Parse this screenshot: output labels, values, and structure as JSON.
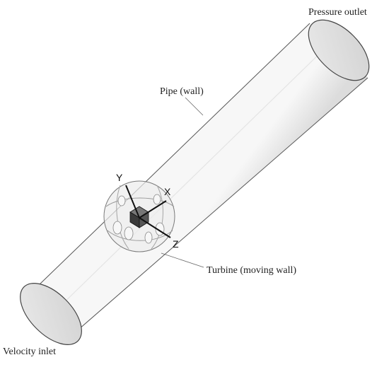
{
  "labels": {
    "outlet": "Pressure outlet",
    "pipe": "Pipe (wall)",
    "turbine": "Turbine (moving wall)",
    "inlet": "Velocity inlet"
  },
  "axes": {
    "x": "X",
    "y": "Y",
    "z": "Z"
  }
}
